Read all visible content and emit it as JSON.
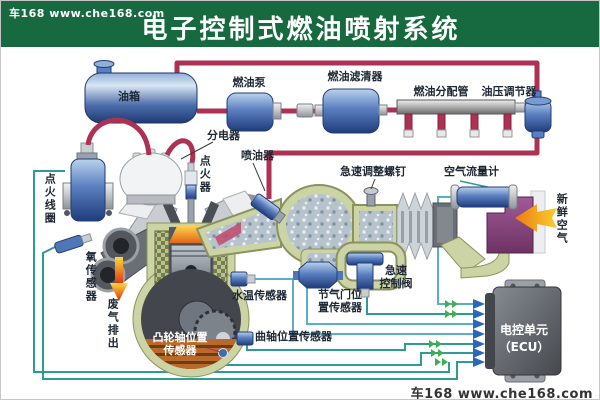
{
  "header": {
    "title": "电子控制式燃油喷射系统"
  },
  "watermarks": {
    "top_left": "车168 www.che168.com",
    "bottom_right": "车168 www.che168.com"
  },
  "labels": {
    "fuel_tank": "油箱",
    "fuel_pump": "燃油泵",
    "fuel_filter": "燃油滤清器",
    "fuel_rail": "燃油分配管",
    "pressure_regulator": "油压调节器",
    "distributor": "分电器",
    "injector": "喷油器",
    "ignition_coil": "点火线圈",
    "spark_plug": "点火器",
    "idle_adjust_screw": "急速调整螺钉",
    "air_flow_meter": "空气流量计",
    "fresh_air": "新鲜空气",
    "oxygen_sensor": "氧传感器",
    "exhaust_out": "废气排出",
    "water_temp_sensor": "水温传感器",
    "throttle_position_sensor": "节气门位\n置传感器",
    "idle_control_valve": "急速\n控制阀",
    "camshaft_position_sensor": "凸轮轴位置\n传感器",
    "crankshaft_position_sensor": "曲轴位置传感器",
    "ecu_line1": "电控单元",
    "ecu_line2": "（ECU）"
  },
  "colors": {
    "header_green": "#17693f",
    "fuel_line_red": "#ad3153",
    "signal_wire_teal": "#2e9c96",
    "signal_wire_light_blue": "#5aaec8",
    "component_blue": "#3f6cb4",
    "pipe_olive": "#ccd3a4",
    "mixture_blue_gray": "#b6c3cc",
    "engine_gray": "#53575e",
    "oil_pan_orange": "#b96a2a",
    "combustion_orange": "#f5a21a",
    "air_filter_purple": "#8e4b84",
    "fresh_air_orange": "#f2911c",
    "ecu_gray": "#6a6f76",
    "arrow_blue": "#2b66bb",
    "arrow_green": "#3fae52",
    "label_text": "#1c2733"
  }
}
